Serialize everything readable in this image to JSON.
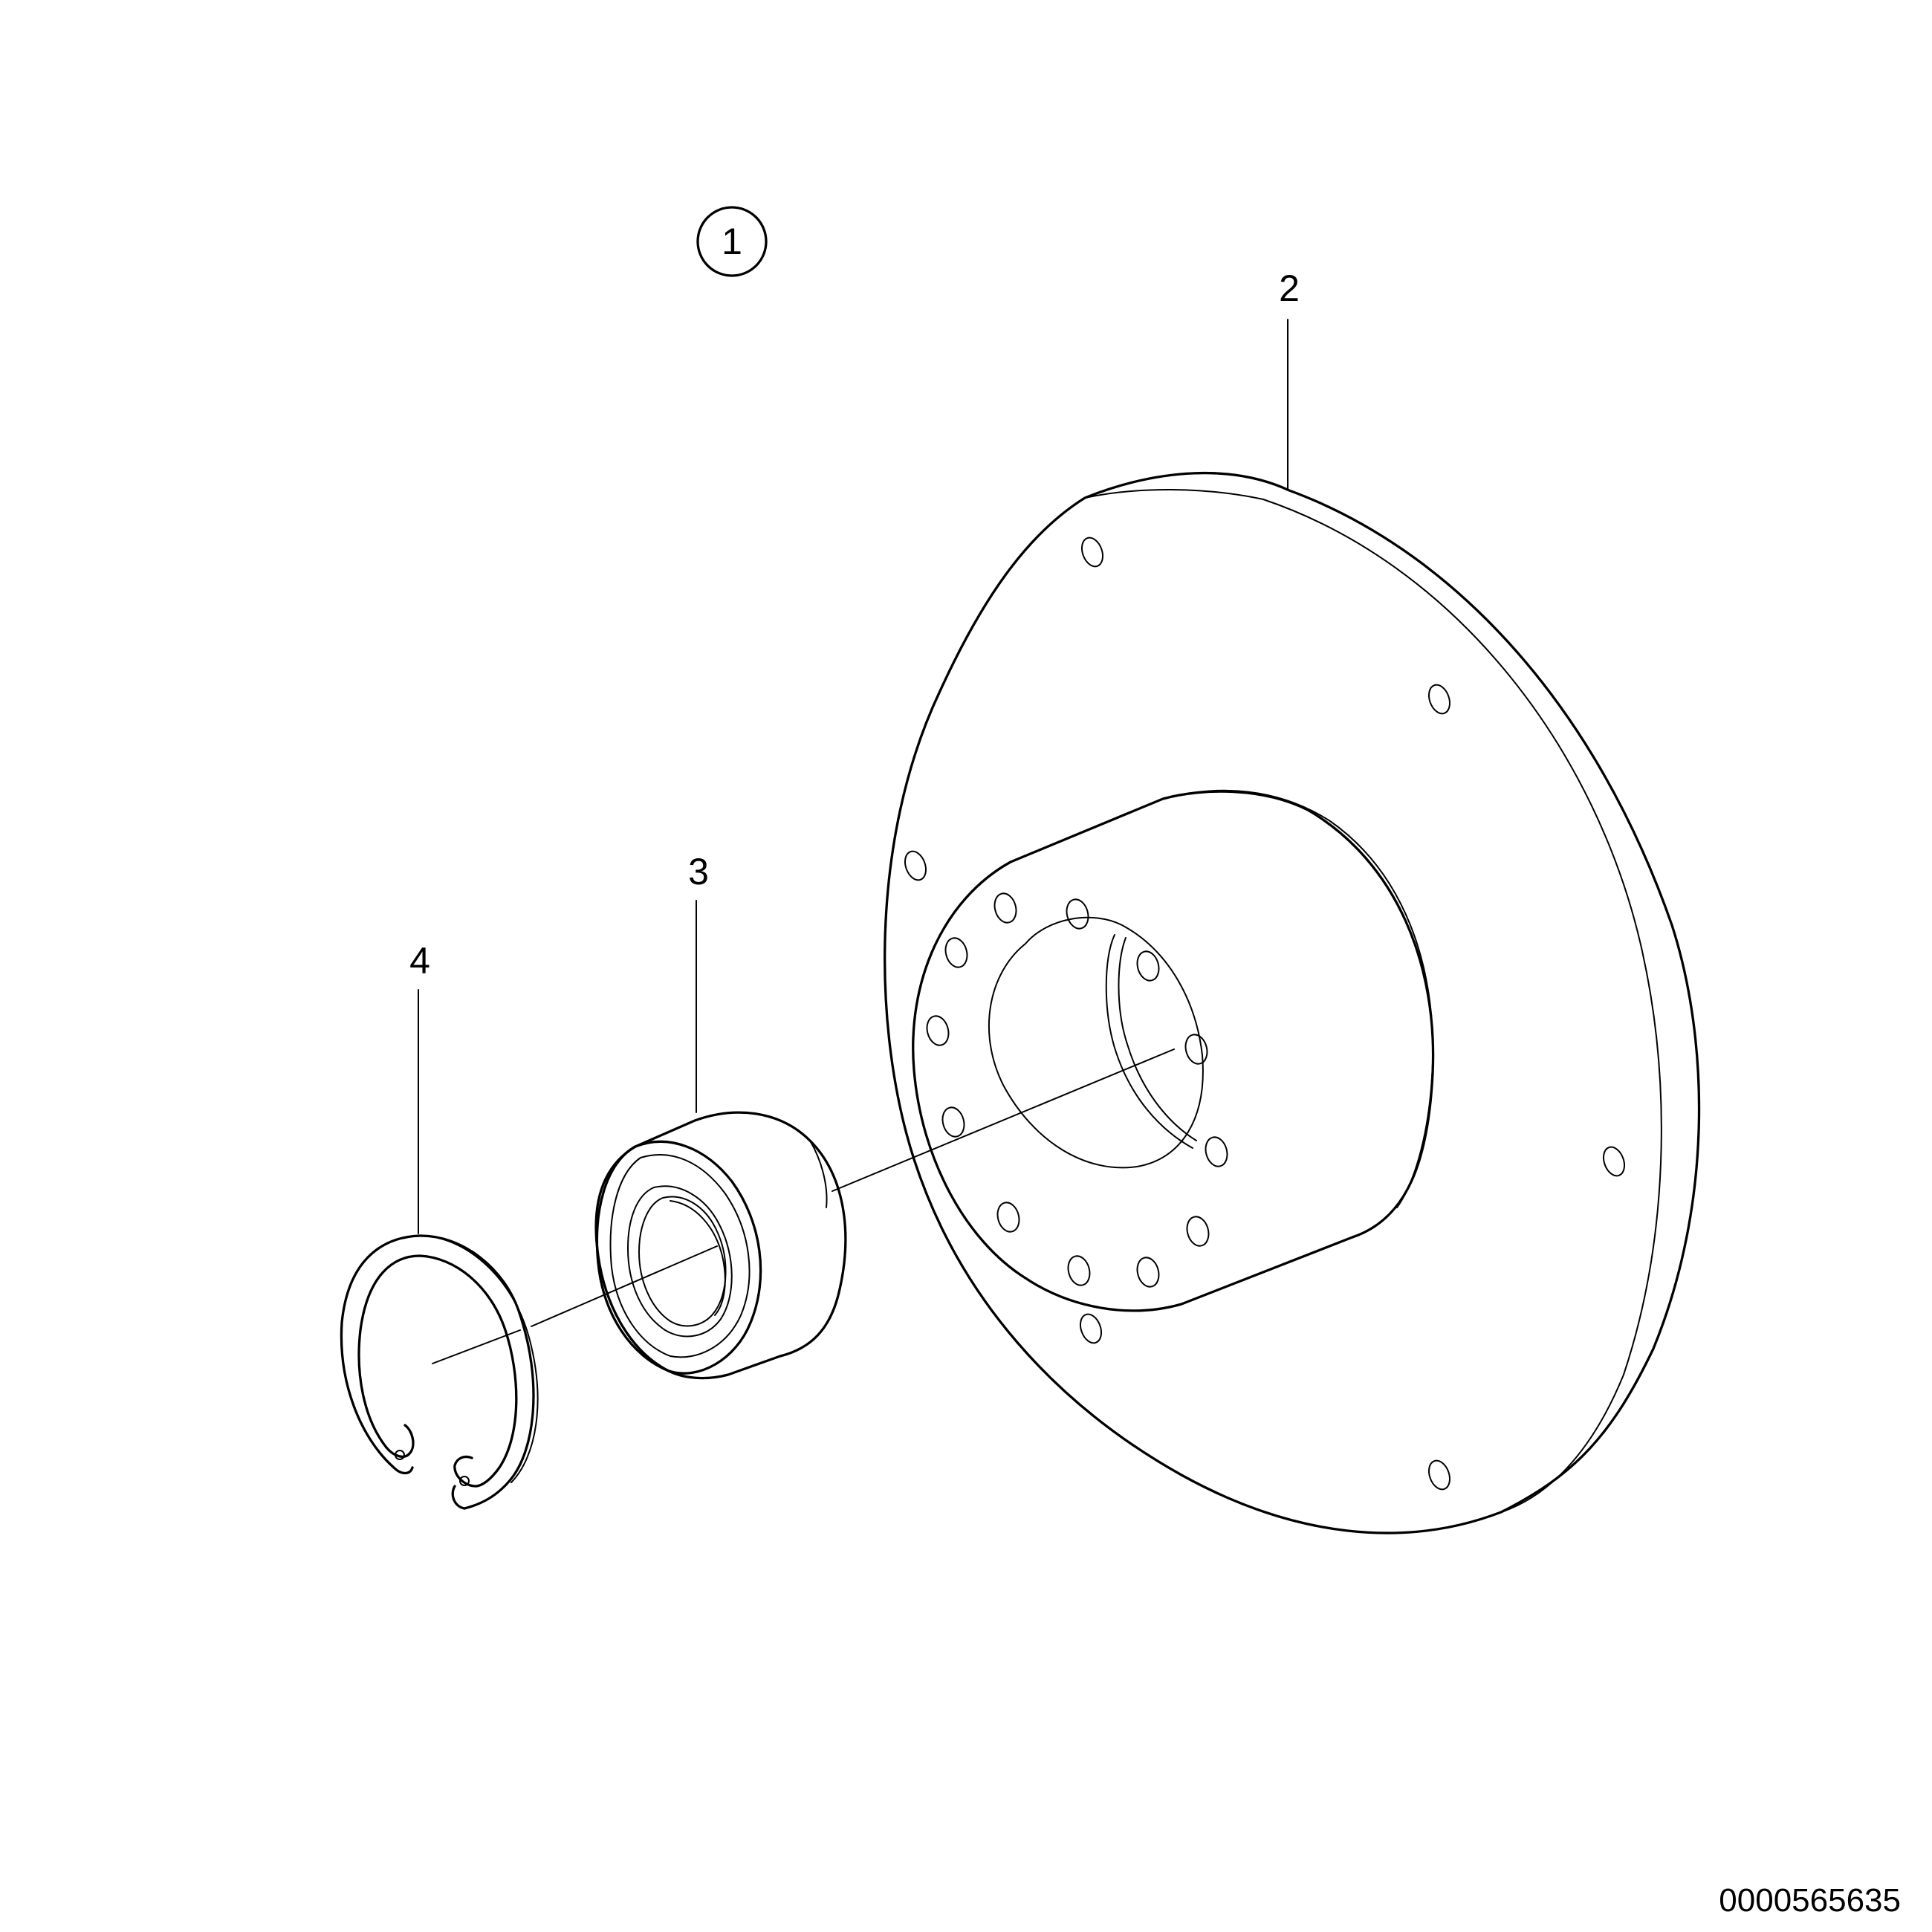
{
  "diagram": {
    "assembly_callout": "1",
    "part_callouts": [
      {
        "label": "2",
        "part": "hub-flange"
      },
      {
        "label": "3",
        "part": "bearing"
      },
      {
        "label": "4",
        "part": "retaining-ring"
      }
    ],
    "document_number": "0000565635"
  }
}
